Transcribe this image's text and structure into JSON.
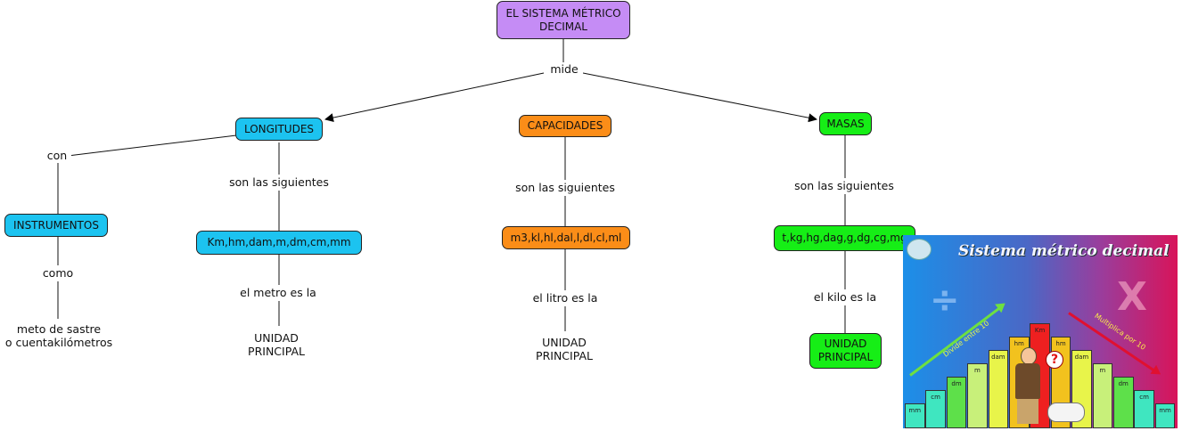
{
  "title": "EL SISTEMA MÉTRICO DECIMAL",
  "root_link": "mide",
  "branches": {
    "longitudes": {
      "label": "LONGITUDES",
      "link_con": "con",
      "instrumentos": "INSTRUMENTOS",
      "link_como": "como",
      "instrument_text_1": "meto de sastre",
      "instrument_text_2": "o cuentakilómetros",
      "link_list": "son las siguientes",
      "units": "Km,hm,dam,m,dm,cm,mm",
      "link_unit": "el metro es la",
      "unit_text_1": "UNIDAD",
      "unit_text_2": "PRINCIPAL"
    },
    "capacidades": {
      "label": "CAPACIDADES",
      "link_list": "son las siguientes",
      "units": "m3,kl,hl,dal,l,dl,cl,ml",
      "link_unit": "el litro es la",
      "unit_text_1": "UNIDAD",
      "unit_text_2": "PRINCIPAL"
    },
    "masas": {
      "label": "MASAS",
      "link_list": "son las siguientes",
      "units": "t,kg,hg,dag,g,dg,cg,mg",
      "link_unit": "el kilo es la",
      "unit_text_1": "UNIDAD",
      "unit_text_2": "PRINCIPAL"
    }
  },
  "illustration": {
    "title": "Sistema métrico decimal",
    "divide_symbol": "÷",
    "multiply_symbol": "X",
    "left_caption": "Divide entre 10",
    "right_caption": "Multiplica por 10",
    "question_mark": "?",
    "bars": [
      {
        "unit": "mm",
        "color": "#3fe6c0"
      },
      {
        "unit": "cm",
        "color": "#3fe6c0"
      },
      {
        "unit": "dm",
        "color": "#5ee04a"
      },
      {
        "unit": "m",
        "color": "#c8f07a"
      },
      {
        "unit": "dam",
        "color": "#e8f44a"
      },
      {
        "unit": "hm",
        "color": "#f2c21e"
      },
      {
        "unit": "Km",
        "color": "#ee2020"
      },
      {
        "unit": "hm",
        "color": "#f2c21e"
      },
      {
        "unit": "dam",
        "color": "#e8f44a"
      },
      {
        "unit": "m",
        "color": "#c8f07a"
      },
      {
        "unit": "dm",
        "color": "#5ee04a"
      },
      {
        "unit": "cm",
        "color": "#3fe6c0"
      },
      {
        "unit": "mm",
        "color": "#3fe6c0"
      }
    ]
  },
  "colors": {
    "root": "#c58cf5",
    "longitudes": "#1cc3f0",
    "capacidades": "#fb8d18",
    "masas": "#16ee16"
  }
}
